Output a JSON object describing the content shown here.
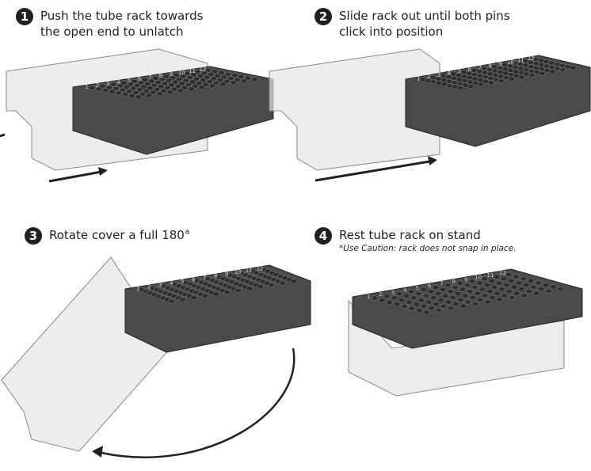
{
  "steps": [
    {
      "number": "1",
      "line1": "Push the tube rack towards",
      "line2": "the open end to unlatch"
    },
    {
      "number": "2",
      "line1": "Slide rack out until both pins",
      "line2": "click into position"
    },
    {
      "number": "3",
      "line1": "Rotate cover a full 180°"
    },
    {
      "number": "4",
      "line1": "Rest tube rack on stand",
      "note": "*Use Caution: rack does not snap in place."
    }
  ],
  "rack_columns": [
    "1",
    "2",
    "3",
    "4",
    "5",
    "6",
    "7",
    "8",
    "9",
    "10",
    "11",
    "12"
  ],
  "colors": {
    "rack": "#4a4a4a",
    "well": "#2e2e2e",
    "cover": "#d8d8d8",
    "ink": "#231f20"
  }
}
